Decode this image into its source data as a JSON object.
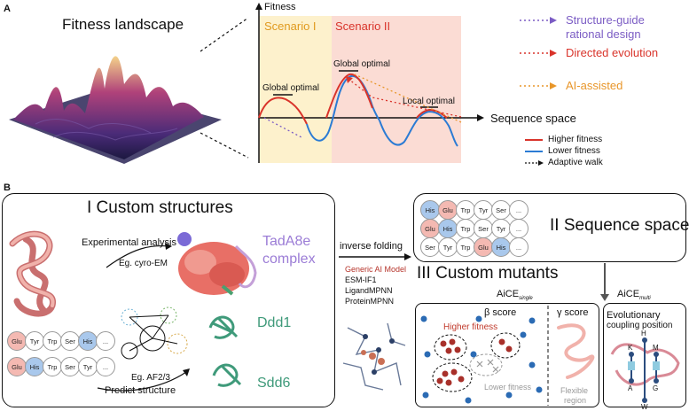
{
  "panelA": {
    "label": "A",
    "landscape_title": "Fitness landscape",
    "axis_y": "Fitness",
    "axis_x": "Sequence space",
    "scenario1": "Scenario I",
    "scenario2": "Scenario II",
    "global_optimal_1": "Global optimal",
    "global_optimal_2": "Global optimal",
    "local_optimal": "Local optimal",
    "legend_methods": [
      {
        "label": "Structure-guide rational design",
        "line1": "Structure-guide",
        "line2": "rational design",
        "color": "#7b5cc4"
      },
      {
        "label": "Directed evolution",
        "color": "#d9342b"
      },
      {
        "label": "AI-assisted",
        "color": "#e8962a"
      }
    ],
    "legend_lines": [
      {
        "label": "Higher fitness",
        "color": "#d9342b"
      },
      {
        "label": "Lower fitness",
        "color": "#2b7bd4"
      },
      {
        "label": "Adaptive walk",
        "color": "#111111"
      }
    ]
  },
  "panelB": {
    "label": "B",
    "custom_structures_title": "I Custom structures",
    "experimental_analysis": "Experimental analysis",
    "eg_cryo": "Eg. cyro-EM",
    "tadA_line1": "TadA8e",
    "tadA_line2": "complex",
    "ddd1": "Ddd1",
    "sdd6": "Sdd6",
    "eg_af": "Eg. AF2/3",
    "predict_structure": "Predict structure",
    "chip_rows": [
      [
        {
          "t": "Glu",
          "c": "red"
        },
        {
          "t": "Tyr",
          "c": ""
        },
        {
          "t": "Trp",
          "c": ""
        },
        {
          "t": "Ser",
          "c": ""
        },
        {
          "t": "His",
          "c": "blue"
        },
        {
          "t": "...",
          "c": ""
        }
      ],
      [
        {
          "t": "Glu",
          "c": "red"
        },
        {
          "t": "His",
          "c": "blue"
        },
        {
          "t": "Trp",
          "c": ""
        },
        {
          "t": "Ser",
          "c": ""
        },
        {
          "t": "Tyr",
          "c": ""
        },
        {
          "t": "...",
          "c": ""
        }
      ]
    ],
    "inverse_folding": "inverse folding",
    "generic_ai_model": "Generic AI Model",
    "models": [
      "ESM-IF1",
      "LigandMPNN",
      "ProteinMPNN"
    ],
    "sequence_space_title": "II Sequence space",
    "seq_rows": [
      [
        {
          "t": "His",
          "c": "blue"
        },
        {
          "t": "Glu",
          "c": "red"
        },
        {
          "t": "Trp",
          "c": ""
        },
        {
          "t": "Tyr",
          "c": ""
        },
        {
          "t": "Ser",
          "c": ""
        },
        {
          "t": "...",
          "c": ""
        }
      ],
      [
        {
          "t": "Glu",
          "c": "red"
        },
        {
          "t": "His",
          "c": "blue"
        },
        {
          "t": "Trp",
          "c": ""
        },
        {
          "t": "Ser",
          "c": ""
        },
        {
          "t": "Tyr",
          "c": ""
        },
        {
          "t": "...",
          "c": ""
        }
      ],
      [
        {
          "t": "Ser",
          "c": ""
        },
        {
          "t": "Tyr",
          "c": ""
        },
        {
          "t": "Trp",
          "c": ""
        },
        {
          "t": "Glu",
          "c": "red"
        },
        {
          "t": "His",
          "c": "blue"
        },
        {
          "t": "...",
          "c": ""
        }
      ]
    ],
    "custom_mutants_title": "III Custom mutants",
    "aice_single": "AiCE",
    "aice_single_sub": "single",
    "aice_multi": "AiCE",
    "aice_multi_sub": "multi",
    "beta_score": "β score",
    "gamma_score": "γ score",
    "higher_fitness": "Higher fitness",
    "lower_fitness": "Lower fitness",
    "flexible_line1": "Flexible",
    "flexible_line2": "region",
    "evo_line1": "Evolutionary",
    "evo_line2": "coupling position",
    "residues": [
      "H",
      "K",
      "M",
      "A",
      "G",
      "W"
    ]
  }
}
